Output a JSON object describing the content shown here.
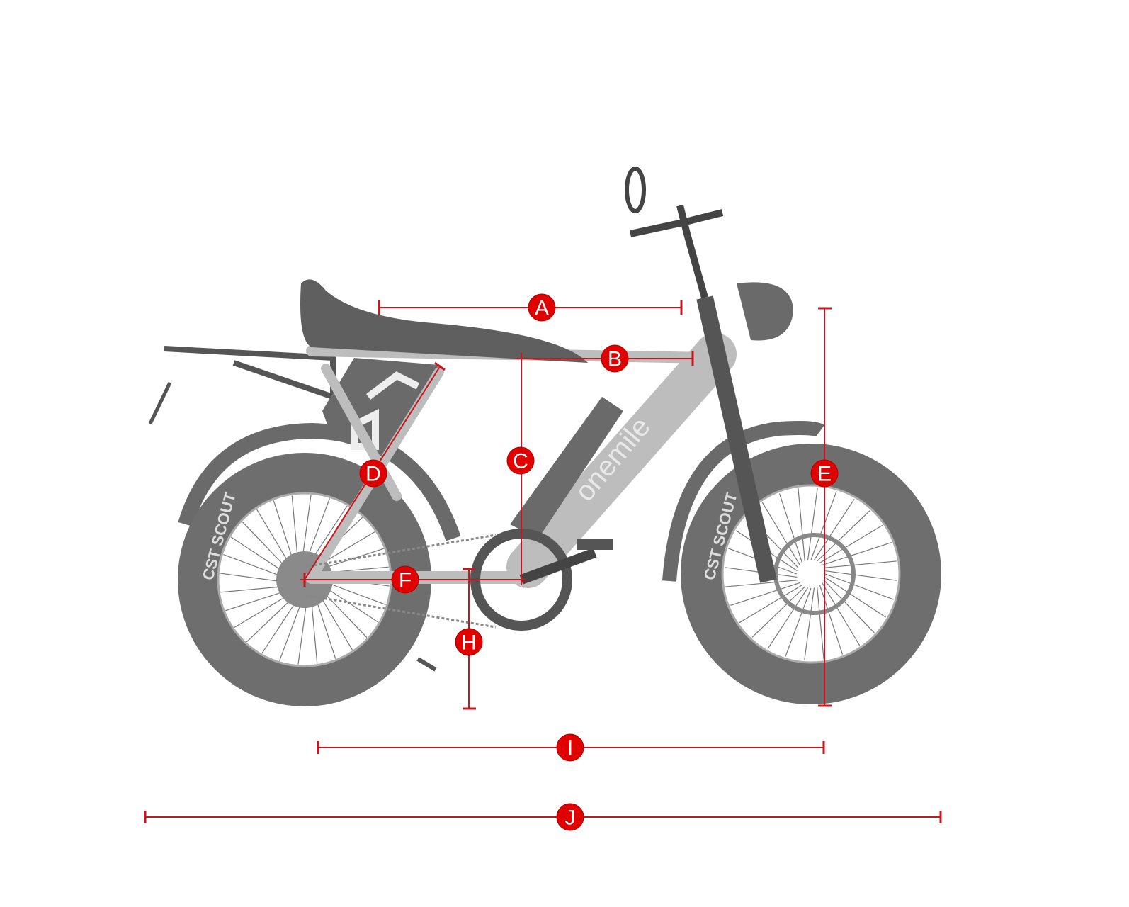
{
  "diagram": {
    "labels": {
      "A": "A",
      "B": "B",
      "C": "C",
      "D": "D",
      "E": "E",
      "F": "F",
      "H": "H",
      "I": "I",
      "J": "J"
    },
    "brand_logo": "onemile",
    "tire_text": "CST SCOUT",
    "colors": {
      "dimension": "#c8161d",
      "badge": "#e00000",
      "bike": "#7a7a7a"
    }
  }
}
